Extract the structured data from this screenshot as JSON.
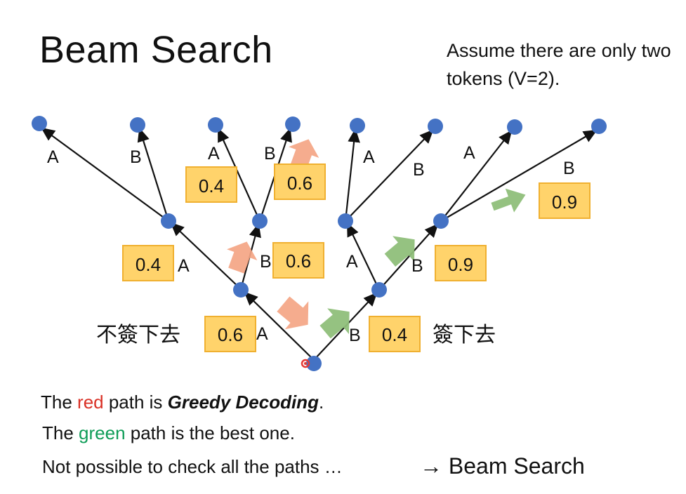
{
  "title": "Beam Search",
  "note": "Assume there are only two tokens (V=2).",
  "labels": {
    "not_sign": "不簽下去",
    "sign": "簽下去",
    "A": "A",
    "B": "B"
  },
  "probs": {
    "root_A": "0.6",
    "root_B": "0.4",
    "l1A_A": "0.4",
    "l1A_B": "0.6",
    "l1B_A": "",
    "l1B_B": "0.9",
    "l2AB_A": "0.4",
    "l2AB_B": "0.6",
    "l2BB_B": "0.9"
  },
  "lines": {
    "line1_pre": "The ",
    "line1_red": "red",
    "line1_mid": " path is ",
    "line1_bold": "Greedy Decoding",
    "line1_end": ".",
    "line2_pre": "The ",
    "line2_green": "green",
    "line2_end": " path is the best one.",
    "line3": "Not possible to check all the paths …",
    "beam": "→ Beam Search"
  },
  "colors": {
    "node": "#4472c4",
    "prob_box": "#ffd36b",
    "red_arrow": "#f4a584",
    "green_arrow": "#8fbf7a"
  }
}
